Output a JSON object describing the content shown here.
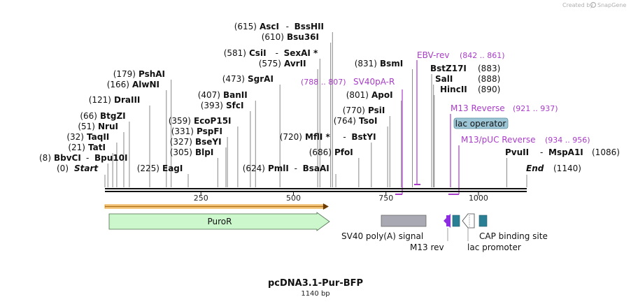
{
  "credit": {
    "text": "Created by",
    "brand": "SnapGene"
  },
  "title": "pcDNA3.1-Pur-BFP",
  "length_label": "1140 bp",
  "sequence_length": 1140,
  "ticks": [
    {
      "pos": 250,
      "label": "250"
    },
    {
      "pos": 500,
      "label": "500"
    },
    {
      "pos": 750,
      "label": "750"
    },
    {
      "pos": 1000,
      "label": "1000"
    }
  ],
  "ends": {
    "start": {
      "num": "(0)",
      "name": "Start",
      "pos": 0
    },
    "end": {
      "name": "End",
      "num": "(1140)",
      "pos": 1140
    }
  },
  "sites": [
    {
      "num": "(8)",
      "name": "BbvCI",
      "pos": 8,
      "pair_sep": "-",
      "pair_name": "Bpu10I"
    },
    {
      "num": "(21)",
      "name": "TatI",
      "pos": 21
    },
    {
      "num": "(32)",
      "name": "TaqII",
      "pos": 32
    },
    {
      "num": "(51)",
      "name": "NruI",
      "pos": 51
    },
    {
      "num": "(66)",
      "name": "BtgZI",
      "pos": 66
    },
    {
      "num": "(121)",
      "name": "DraIII",
      "pos": 121
    },
    {
      "num": "(166)",
      "name": "AlwNI",
      "pos": 166
    },
    {
      "num": "(179)",
      "name": "PshAI",
      "pos": 179
    },
    {
      "num": "(225)",
      "name": "EagI",
      "pos": 225
    },
    {
      "num": "(305)",
      "name": "BlpI",
      "pos": 305
    },
    {
      "num": "(327)",
      "name": "BseYI",
      "pos": 327
    },
    {
      "num": "(331)",
      "name": "PspFI",
      "pos": 331
    },
    {
      "num": "(359)",
      "name": "EcoP15I",
      "pos": 359
    },
    {
      "num": "(393)",
      "name": "SfcI",
      "pos": 393
    },
    {
      "num": "(407)",
      "name": "BanII",
      "pos": 407
    },
    {
      "num": "(473)",
      "name": "SgrAI",
      "pos": 473
    },
    {
      "num": "(575)",
      "name": "AvrII",
      "pos": 575
    },
    {
      "num": "(581)",
      "name": "CsiI",
      "pos": 581,
      "pair_sep": "-",
      "pair_name": "SexAI *"
    },
    {
      "num": "(610)",
      "name": "Bsu36I",
      "pos": 610
    },
    {
      "num": "(615)",
      "name": "AscI",
      "pos": 615,
      "pair_sep": "-",
      "pair_name": "BssHII"
    },
    {
      "num": "(624)",
      "name": "PmlI",
      "pos": 624,
      "pair_sep": "-",
      "pair_name": "BsaAI"
    },
    {
      "num": "(686)",
      "name": "PfoI",
      "pos": 686
    },
    {
      "num": "(720)",
      "name": "MflI *",
      "pos": 720,
      "pair_sep": "-",
      "pair_name": "BstYI"
    },
    {
      "num": "(764)",
      "name": "TsoI",
      "pos": 764
    },
    {
      "num": "(770)",
      "name": "PsiI",
      "pos": 770
    },
    {
      "num": "(801)",
      "name": "ApoI",
      "pos": 801
    },
    {
      "num": "(831)",
      "name": "BsmI",
      "pos": 831
    },
    {
      "name": "BstZ17I",
      "num": "(883)",
      "pos": 883
    },
    {
      "name": "SalI",
      "num": "(888)",
      "pos": 888
    },
    {
      "name": "HincII",
      "num": "(890)",
      "pos": 890
    },
    {
      "name": "PvuII",
      "num": "(1086)",
      "pos": 1086,
      "pair_sep": "-",
      "pair_name": "MspA1I"
    }
  ],
  "primers": [
    {
      "name": "EBV-rev",
      "range": "(842 .. 861)",
      "start": 842,
      "end": 861,
      "direction": "reverse",
      "color": "#a93cc8"
    },
    {
      "name": "SV40pA-R",
      "range": "(788 .. 807)",
      "start": 788,
      "end": 807,
      "direction": "reverse",
      "color": "#a93cc8"
    },
    {
      "name": "M13 Reverse",
      "range": "(921 .. 937)",
      "start": 921,
      "end": 937,
      "direction": "reverse",
      "color": "#a93cc8"
    },
    {
      "name": "M13/pUC Reverse",
      "range": "(934 .. 956)",
      "start": 934,
      "end": 956,
      "direction": "reverse",
      "color": "#a93cc8"
    }
  ],
  "lac_operator": {
    "label": "lac operator",
    "color": "#9cc6d6"
  },
  "orf": {
    "start": 0,
    "end": 550,
    "color": "#e8a12c"
  },
  "features": [
    {
      "name": "PuroR",
      "type": "cds",
      "color": "#ccf7cc",
      "start": 5,
      "end": 550,
      "direction": "forward"
    },
    {
      "name": "SV40 poly(A) signal",
      "type": "polyA",
      "color": "#a9a9b3",
      "start": 753,
      "end": 883,
      "direction": "none"
    },
    {
      "name": "M13 rev",
      "type": "primer_bind",
      "color": "#8d2ce0",
      "start": 938,
      "end": 955,
      "direction": "reverse"
    },
    {
      "name": "lac operator",
      "type": "protein_bind",
      "color": "#2b7f95",
      "start": 958,
      "end": 975,
      "direction": "none"
    },
    {
      "name": "lac promoter",
      "type": "promoter",
      "color": "#ffffff",
      "start": 983,
      "end": 1013,
      "direction": "reverse"
    },
    {
      "name": "CAP binding site",
      "type": "protein_bind",
      "color": "#2b7f95",
      "start": 1030,
      "end": 1050,
      "direction": "none"
    }
  ]
}
